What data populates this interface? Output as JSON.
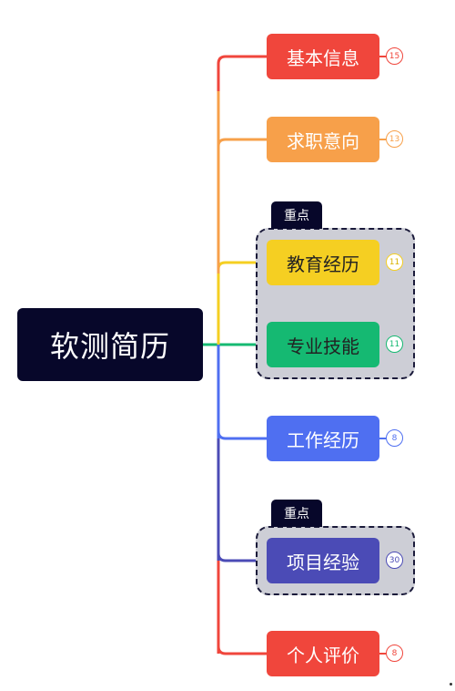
{
  "root": {
    "label": "软测简历",
    "color": "#07072a"
  },
  "branches": [
    {
      "label": "基本信息",
      "count": "15",
      "color": "#f0463c"
    },
    {
      "label": "求职意向",
      "count": "13",
      "color": "#f7a04a"
    },
    {
      "label": "教育经历",
      "count": "11",
      "color": "#f5cf22"
    },
    {
      "label": "专业技能",
      "count": "11",
      "color": "#15b972"
    },
    {
      "label": "工作经历",
      "count": "8",
      "color": "#4f6ff1"
    },
    {
      "label": "项目经验",
      "count": "30",
      "color": "#4b4bb6"
    },
    {
      "label": "个人评价",
      "count": "8",
      "color": "#f0463c"
    }
  ],
  "groups": [
    {
      "tag": "重点"
    },
    {
      "tag": "重点"
    }
  ]
}
